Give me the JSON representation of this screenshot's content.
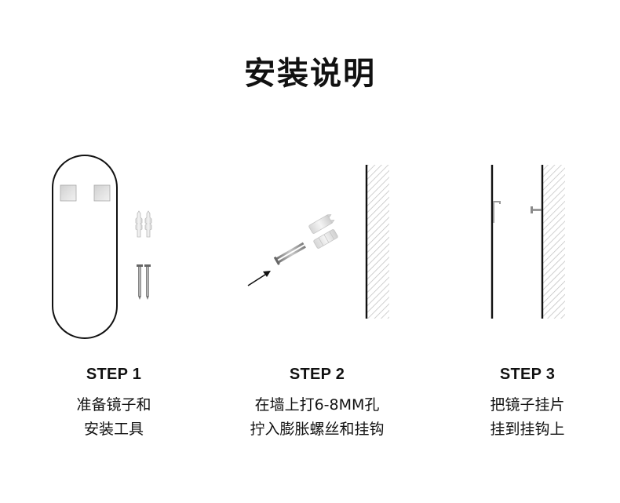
{
  "page": {
    "title": "安装说明"
  },
  "steps": [
    {
      "label": "STEP 1",
      "lines": [
        "准备镜子和",
        "安装工具"
      ]
    },
    {
      "label": "STEP 2",
      "lines": [
        "在墙上打6-8MM孔",
        "拧入膨胀螺丝和挂钩"
      ]
    },
    {
      "label": "STEP 3",
      "lines": [
        "把镜子挂片",
        "挂到挂钩上"
      ]
    }
  ],
  "colors": {
    "ink": "#111111",
    "hatch": "#bdbdbd",
    "metal": "#9a9a9a",
    "plastic": "#e2e2e2"
  },
  "icons": [
    "oval-mirror-icon",
    "wall-anchor-icon",
    "screw-icon",
    "arrow-icon",
    "wall-icon",
    "hanging-plate-icon",
    "hook-icon"
  ]
}
